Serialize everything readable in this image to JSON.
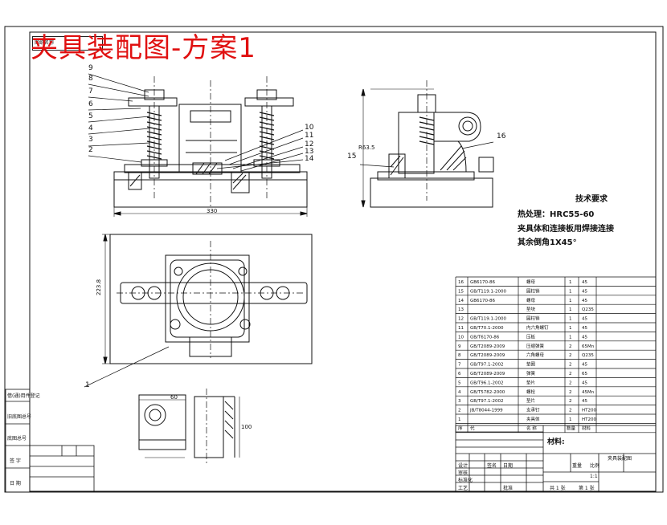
{
  "drawing": {
    "title": "夹具装配图-方案1",
    "stamp_text": "图纸名称"
  },
  "technical_requirements": {
    "heading": "技术要求",
    "lines": [
      "热处理：HRC55-60",
      "夹具体和连接板用焊接连接",
      "其余倒角1X45°"
    ]
  },
  "dimensions": {
    "width_front": "330",
    "height_top": "223.8",
    "side_label": "R63.5",
    "detail_width": "60",
    "detail_height": "100"
  },
  "balloons": {
    "front_view": [
      "9",
      "8",
      "7",
      "6",
      "5",
      "4",
      "3",
      "2",
      "10",
      "11",
      "12",
      "13",
      "14"
    ],
    "side_view": [
      "15",
      "16"
    ],
    "top_view": [
      "1"
    ]
  },
  "parts_list": {
    "rows": [
      {
        "no": "16",
        "code": "GB6170-86",
        "name": "螺母",
        "qty": "1",
        "mat": "45"
      },
      {
        "no": "15",
        "code": "GB/T119.1-2000",
        "name": "圆柱销",
        "qty": "1",
        "mat": "45"
      },
      {
        "no": "14",
        "code": "GB6170-86",
        "name": "螺母",
        "qty": "1",
        "mat": "45"
      },
      {
        "no": "13",
        "code": "",
        "name": "垫块",
        "qty": "1",
        "mat": "Q235"
      },
      {
        "no": "12",
        "code": "GB/T119.1-2000",
        "name": "圆柱销",
        "qty": "1",
        "mat": "45"
      },
      {
        "no": "11",
        "code": "GB/T70.1-2000",
        "name": "内六角螺钉",
        "qty": "1",
        "mat": "45"
      },
      {
        "no": "10",
        "code": "GB/T6170-86",
        "name": "压板",
        "qty": "1",
        "mat": "45"
      },
      {
        "no": "9",
        "code": "GB/T2089-2009",
        "name": "压缩弹簧",
        "qty": "2",
        "mat": "65Mn"
      },
      {
        "no": "8",
        "code": "GB/T2089-2009",
        "name": "六角螺母",
        "qty": "2",
        "mat": "Q235"
      },
      {
        "no": "7",
        "code": "GB/T97.1-2002",
        "name": "垫圈",
        "qty": "2",
        "mat": "45"
      },
      {
        "no": "6",
        "code": "GB/T2089-2009",
        "name": "弹簧",
        "qty": "2",
        "mat": "65"
      },
      {
        "no": "5",
        "code": "GB/T96.1-2002",
        "name": "垫片",
        "qty": "2",
        "mat": "45"
      },
      {
        "no": "4",
        "code": "GB/T5782-2000",
        "name": "螺栓",
        "qty": "2",
        "mat": "45Mn"
      },
      {
        "no": "3",
        "code": "GB/T97.1-2002",
        "name": "垫片",
        "qty": "2",
        "mat": "45"
      },
      {
        "no": "2",
        "code": "JB/T8044-1999",
        "name": "支承钉",
        "qty": "2",
        "mat": "HT200"
      },
      {
        "no": "1",
        "code": "",
        "name": "夹具体",
        "qty": "1",
        "mat": "HT200"
      }
    ],
    "header": {
      "no": "序",
      "code": "代",
      "name": "名 称",
      "qty": "数量",
      "mat": "材料"
    }
  },
  "title_block": {
    "material_label": "材料:",
    "part_name": "夹具装配图",
    "design": "设计",
    "check": "审核",
    "standard": "标准化",
    "process": "工艺",
    "approve": "批准",
    "scale_label": "比例",
    "scale": "1:1",
    "weight_label": "重量",
    "sheet": "共 1 张",
    "sheet_no": "第 1 张",
    "sign_label": "签名",
    "date_label": "日期"
  },
  "left_block": {
    "items": [
      "借(通)用件登记",
      "旧底图总号",
      "底图总号",
      "签 字",
      "日 期"
    ]
  }
}
